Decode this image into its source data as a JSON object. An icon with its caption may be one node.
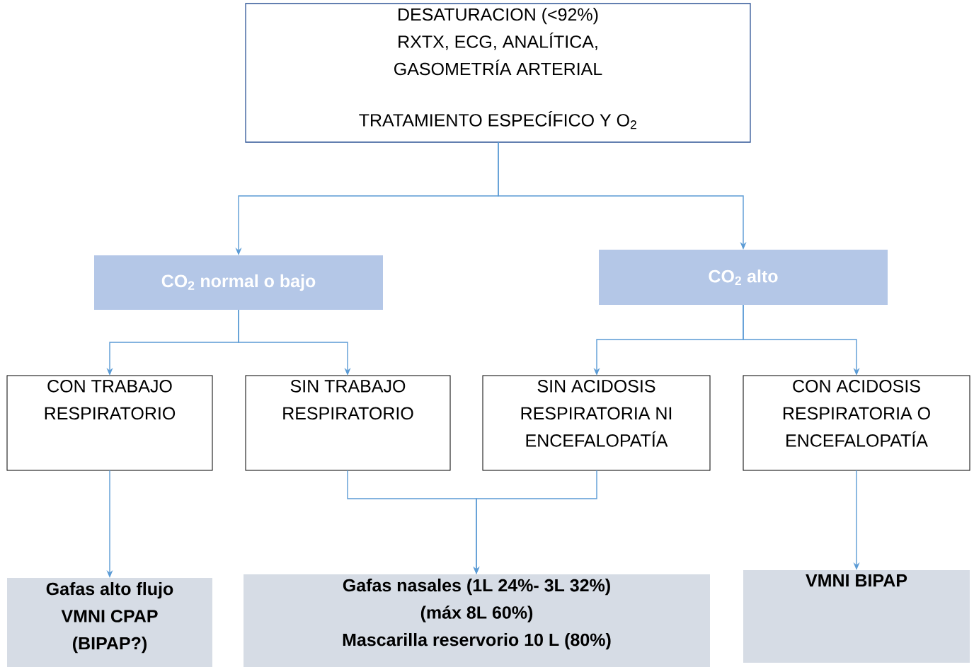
{
  "diagram": {
    "nodes": [
      {
        "text": [
          "DESATURACION (<92%)",
          "RXTX, ECG, ANALÍTICA,",
          "GASOMETRÍA ARTERIAL",
          "TRATAMIENTO ESPECÍFICO Y O$_{2}$"
        ]
      },
      {
        "text": [
          "CO$_{2}$ normal o bajo"
        ]
      },
      {
        "text": [
          "CO$_{2}$ alto"
        ]
      },
      {
        "text": [
          "CON TRABAJO RESPIRATORIO"
        ]
      },
      {
        "text": [
          "SIN TRABAJO RESPIRATORIO"
        ]
      },
      {
        "text": [
          "SIN ACIDOSIS RESPIRATORIA NI ENCEFALOPATÍA"
        ]
      },
      {
        "text": [
          "CON ACIDOSIS RESPIRATORIA O ENCEFALOPATÍA"
        ]
      },
      {
        "text": [
          "Gafas alto flujo",
          "VMNI CPAP",
          "(BIPAP?)"
        ]
      },
      {
        "text": [
          "Gafas nasales (1L 24%- 3L 32%)",
          "(máx 8L 60%)",
          "Mascarilla reservorio 10 L (80%)"
        ]
      },
      {
        "text": [
          "VMNI BIPAP"
        ]
      }
    ],
    "edges": [
      {
        "from": 0,
        "to": 1,
        "arrow": "to"
      },
      {
        "from": 0,
        "to": 2,
        "arrow": "to"
      },
      {
        "from": 1,
        "to": 3,
        "arrow": "to"
      },
      {
        "from": 1,
        "to": 4,
        "arrow": "to"
      },
      {
        "from": 2,
        "to": 5,
        "arrow": "to"
      },
      {
        "from": 2,
        "to": 6,
        "arrow": "to"
      },
      {
        "from": 3,
        "to": 7,
        "arrow": "to"
      },
      {
        "from": 4,
        "to": 8,
        "arrow": "to"
      },
      {
        "from": 5,
        "to": 8,
        "arrow": "to"
      },
      {
        "from": 6,
        "to": 9,
        "arrow": "to"
      }
    ]
  }
}
